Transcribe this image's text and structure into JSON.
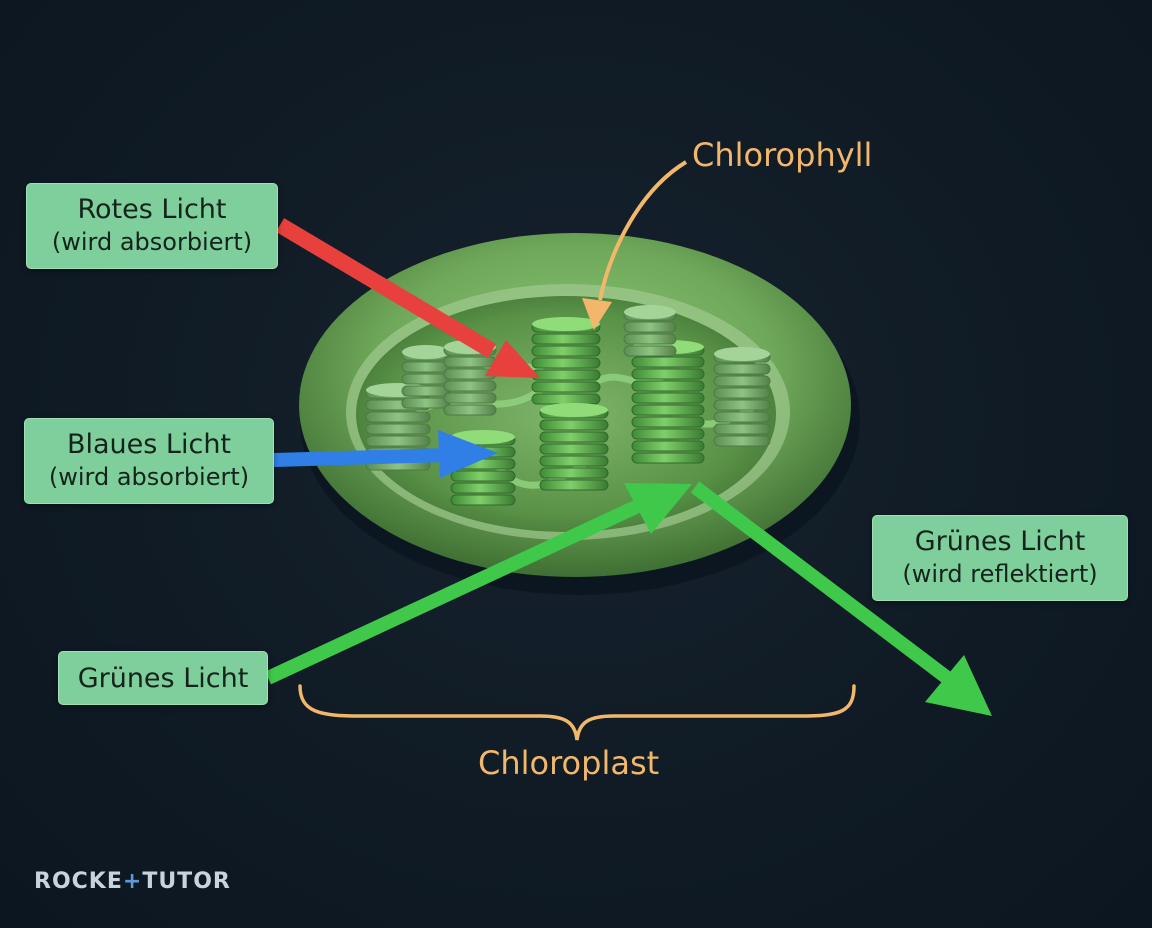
{
  "labels": {
    "red_light": {
      "line1": "Rotes Licht",
      "line2": "(wird absorbiert)"
    },
    "blue_light": {
      "line1": "Blaues Licht",
      "line2": "(wird absorbiert)"
    },
    "green_light_in": {
      "line1": "Grünes Licht"
    },
    "green_light_out": {
      "line1": "Grünes Licht",
      "line2": "(wird reflektiert)"
    },
    "chlorophyll": "Chlorophyll",
    "chloroplast": "Chloroplast"
  },
  "logo": {
    "part1": "ROCKE",
    "mark": "+",
    "part2": "TUTOR"
  },
  "colors": {
    "background": "#0f1a24",
    "label_box": "#7fcf9d",
    "red_arrow": "#e8403c",
    "blue_arrow": "#2f7fe6",
    "green_arrow": "#3fc84a",
    "callout": "#f2b76a",
    "chloroplast_outer": "#6fa85a",
    "chloroplast_inner": "#4f8a3e",
    "grana": "#5aa84a"
  },
  "icons": {
    "chloroplast": "chloroplast-illustration",
    "arrows": "light-ray-arrows",
    "brace": "curly-brace"
  }
}
